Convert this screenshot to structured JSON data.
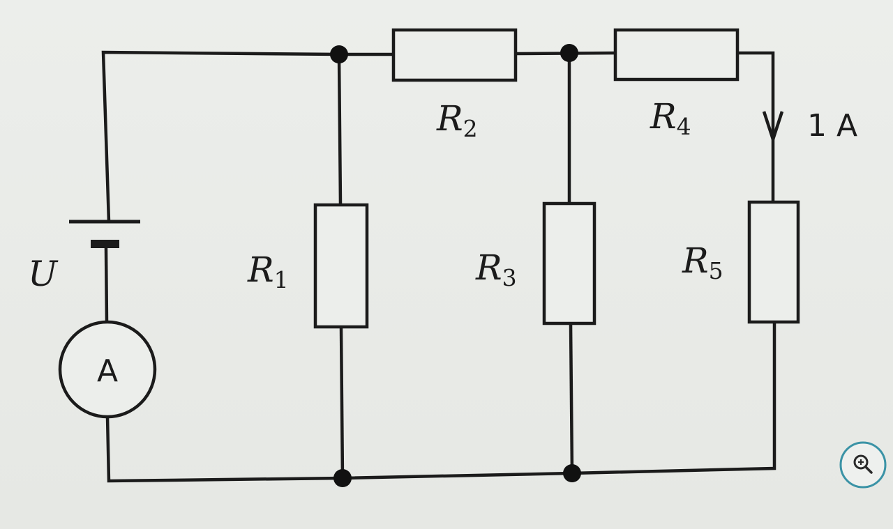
{
  "diagram": {
    "source": {
      "symbol": "U"
    },
    "ammeter": {
      "symbol": "A"
    },
    "resistors": [
      {
        "symbol": "R",
        "index": "1"
      },
      {
        "symbol": "R",
        "index": "2"
      },
      {
        "symbol": "R",
        "index": "3"
      },
      {
        "symbol": "R",
        "index": "4"
      },
      {
        "symbol": "R",
        "index": "5"
      }
    ],
    "current_annotation": "1 A"
  },
  "colors": {
    "ink": "#1b1b1b",
    "background": "#eceeeb",
    "zoom_accent": "#3b93a6"
  },
  "icons": {
    "zoom": "zoom-in-icon"
  }
}
